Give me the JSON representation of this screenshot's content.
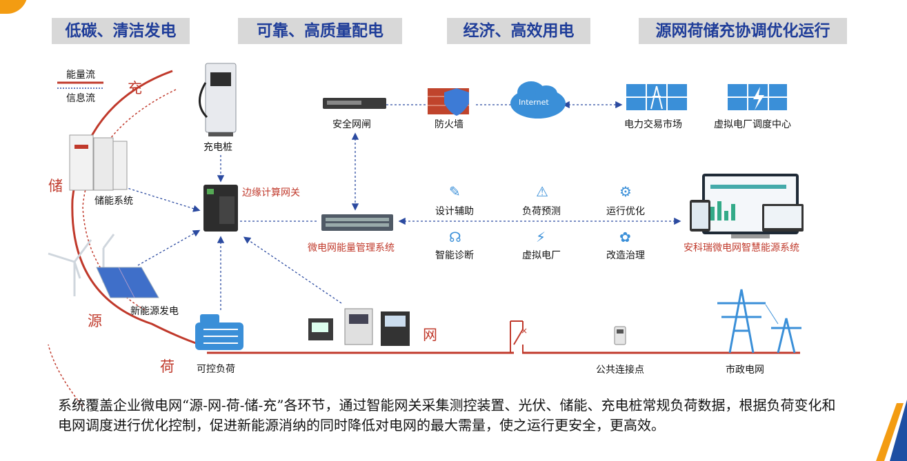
{
  "banners": [
    "低碳、清洁发电",
    "可靠、高质量配电",
    "经济、高效用电",
    "源网荷储充协调优化运行"
  ],
  "legend": {
    "energy": "能量流",
    "info": "信息流"
  },
  "segments": {
    "charge": "充",
    "store": "储",
    "source": "源",
    "load": "荷",
    "grid": "网"
  },
  "devices": {
    "charger": "充电桩",
    "storage": "储能系统",
    "renewable": "新能源发电",
    "gateway": "边缘计算网关",
    "load": "可控负荷",
    "security_gate": "安全网闸",
    "firewall": "防火墙",
    "internet": "Internet",
    "power_market": "电力交易市场",
    "vpp_center": "虚拟电厂调度中心",
    "ems": "微电网能量管理系统",
    "platform": "安科瑞微电网智慧能源系统",
    "pcc": "公共连接点",
    "utility_grid": "市政电网"
  },
  "services": [
    "设计辅助",
    "负荷预测",
    "运行优化",
    "智能诊断",
    "虚拟电厂",
    "改造治理"
  ],
  "description": "系统覆盖企业微电网“源-网-荷-储-充”各环节，通过智能网关采集测控装置、光伏、储能、充电桩常规负荷数据，根据负荷变化和电网调度进行优化控制，促进新能源消纳的同时降低对电网的最大需量，使之运行更安全，更高效。",
  "colors": {
    "banner_text": "#1f3d99",
    "accent_red": "#c0392b",
    "info_line": "#2b4aa0"
  }
}
